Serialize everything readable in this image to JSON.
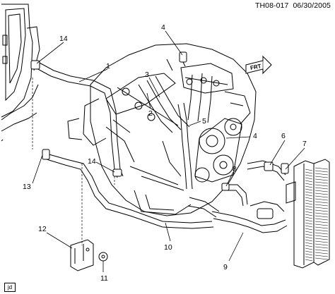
{
  "header": {
    "figure_id": "TH08-017",
    "date": "06/30/2005"
  },
  "orientation": {
    "label": "FRT"
  },
  "corner_tag": "jd",
  "callouts": [
    {
      "label": "1"
    },
    {
      "label": "2"
    },
    {
      "label": "3"
    },
    {
      "label": "4"
    },
    {
      "label": "5"
    },
    {
      "label": "4"
    },
    {
      "label": "6"
    },
    {
      "label": "7"
    },
    {
      "label": "8"
    },
    {
      "label": "9"
    },
    {
      "label": "10"
    },
    {
      "label": "11"
    },
    {
      "label": "12"
    },
    {
      "label": "13"
    },
    {
      "label": "14"
    },
    {
      "label": "14"
    }
  ],
  "colors": {
    "line": "#000000",
    "background": "#ffffff"
  }
}
